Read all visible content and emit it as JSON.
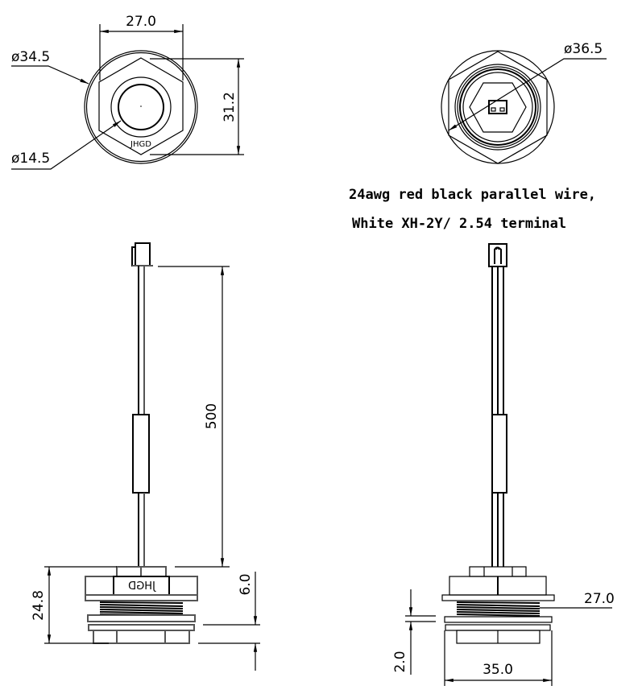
{
  "top_view": {
    "width_dim": "27.0",
    "height_dim": "31.2",
    "outer_dia": "ø34.5",
    "inner_dia": "ø14.5",
    "marking": "JHGD"
  },
  "rear_view": {
    "outer_dia": "ø36.5"
  },
  "note": {
    "line1": "24awg red black parallel wire,",
    "line2": "White XH-2Y/ 2.54 terminal"
  },
  "side_view": {
    "wire_length": "500",
    "total_height": "24.8",
    "thread_height": "6.0",
    "marking": "JHGD"
  },
  "side_view_right": {
    "thread_dia": "27.0",
    "washer": "2.0",
    "base_width": "35.0"
  },
  "colors": {
    "line": "#000000",
    "part": "#555555"
  }
}
